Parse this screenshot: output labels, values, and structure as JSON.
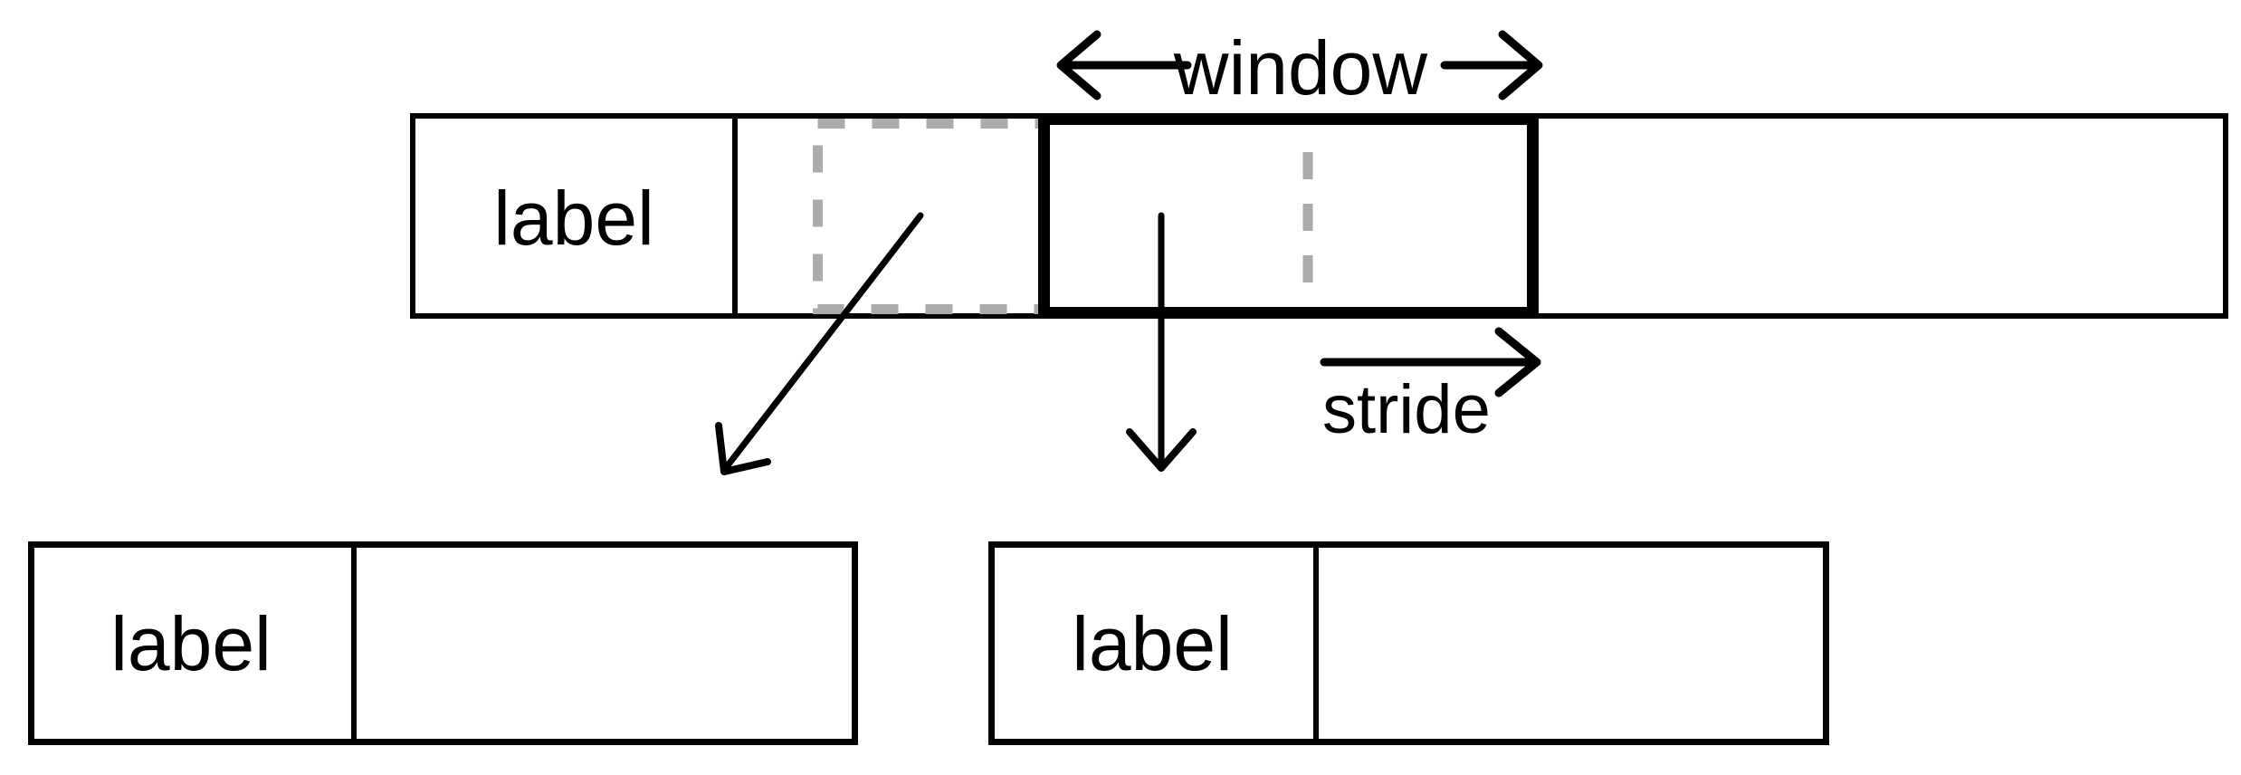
{
  "diagram": {
    "description": "sliding window with stride over a labeled sequence producing training examples",
    "sequence": {
      "label": "label"
    },
    "window": {
      "caption": "window"
    },
    "stride": {
      "caption": "stride"
    },
    "examples": [
      {
        "label": "label"
      },
      {
        "label": "label"
      }
    ]
  },
  "colors": {
    "stroke": "#000000",
    "dash_gray": "#ababab",
    "background": "#ffffff"
  }
}
